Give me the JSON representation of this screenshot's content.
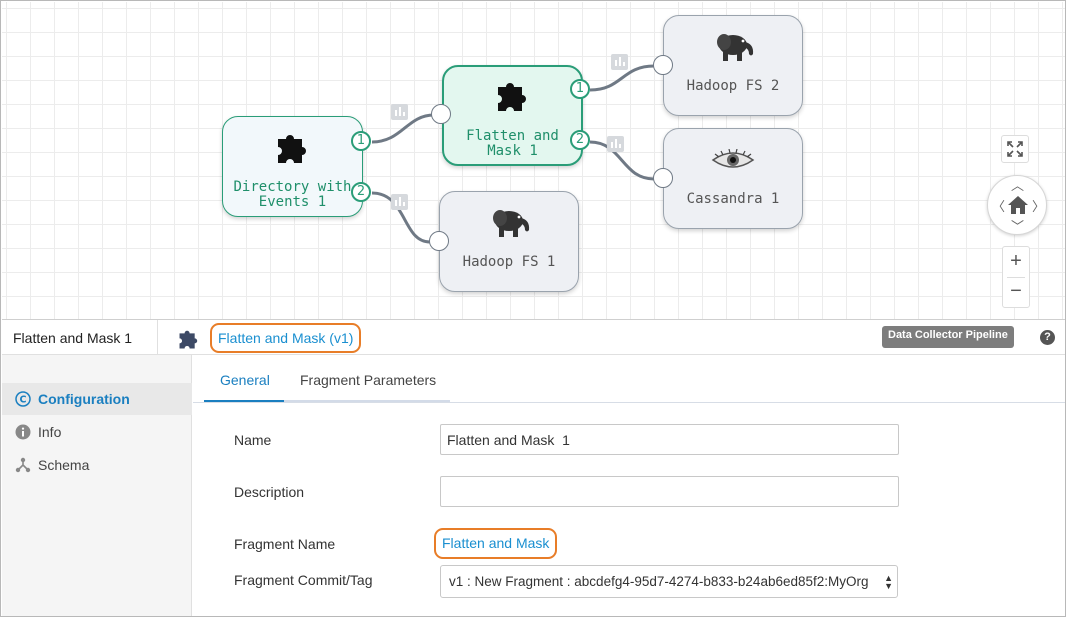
{
  "canvas": {
    "nodes": [
      {
        "id": "directory",
        "label": "Directory with\nEvents 1",
        "icon": "puzzle-icon"
      },
      {
        "id": "flatten",
        "label": "Flatten and\nMask 1",
        "icon": "puzzle-icon",
        "selected": true
      },
      {
        "id": "hdfs1",
        "label": "Hadoop FS 1",
        "icon": "hadoop-elephant-icon"
      },
      {
        "id": "hdfs2",
        "label": "Hadoop FS 2",
        "icon": "hadoop-elephant-icon"
      },
      {
        "id": "cassandra",
        "label": "Cassandra 1",
        "icon": "cassandra-eye-icon"
      }
    ],
    "ports": {
      "dir_out1": "1",
      "dir_out2": "2",
      "flat_out1": "1",
      "flat_out2": "2"
    },
    "controls": {
      "zoom_in": "+",
      "zoom_out": "−"
    }
  },
  "header": {
    "stage_title": "Flatten and Mask 1",
    "fragment_link": "Flatten and Mask (v1)",
    "badge": "Data Collector Pipeline",
    "help": "?"
  },
  "sidebar": {
    "items": [
      {
        "label": "Configuration",
        "icon": "configuration-icon",
        "active": true
      },
      {
        "label": "Info",
        "icon": "info-icon"
      },
      {
        "label": "Schema",
        "icon": "schema-icon"
      }
    ]
  },
  "tabs": [
    {
      "label": "General",
      "active": true
    },
    {
      "label": "Fragment Parameters"
    }
  ],
  "form": {
    "name_label": "Name",
    "name_value": "Flatten and Mask  1",
    "description_label": "Description",
    "description_value": "",
    "fragment_name_label": "Fragment Name",
    "fragment_name_value": "Flatten and Mask",
    "fragment_commit_label": "Fragment Commit/Tag",
    "fragment_commit_value": "v1 : New Fragment : abcdefg4-95d7-4274-b833-b24ab6ed85f2:MyOrg"
  },
  "colors": {
    "accent": "#1a7fc0",
    "selected_node": "#2a9d78",
    "highlight": "#e87d28"
  }
}
